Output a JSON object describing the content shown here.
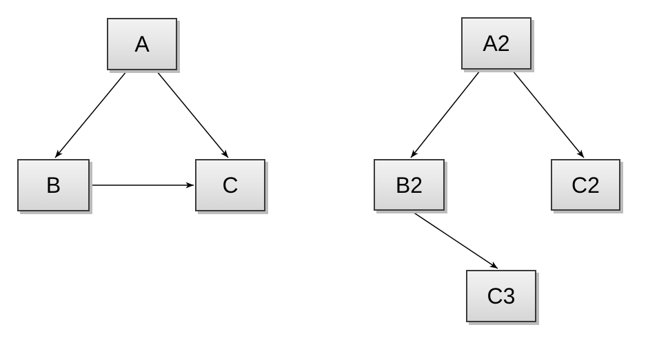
{
  "page": {
    "background_color": "#ffffff"
  },
  "style": {
    "node_fill_top": "#f2f2f2",
    "node_fill_bottom": "#d6d6d6",
    "node_border_color": "#3a3a3a",
    "node_shadow_color": "#bcbcbc",
    "edge_color": "#000000",
    "label_color": "#000000"
  },
  "graph_left": {
    "nodes": [
      {
        "id": "A",
        "label": "A"
      },
      {
        "id": "B",
        "label": "B"
      },
      {
        "id": "C",
        "label": "C"
      }
    ],
    "edges": [
      {
        "from": "A",
        "to": "B"
      },
      {
        "from": "A",
        "to": "C"
      },
      {
        "from": "B",
        "to": "C"
      }
    ]
  },
  "graph_right": {
    "nodes": [
      {
        "id": "A2",
        "label": "A2"
      },
      {
        "id": "B2",
        "label": "B2"
      },
      {
        "id": "C2",
        "label": "C2"
      },
      {
        "id": "C3",
        "label": "C3"
      }
    ],
    "edges": [
      {
        "from": "A2",
        "to": "B2"
      },
      {
        "from": "A2",
        "to": "C2"
      },
      {
        "from": "B2",
        "to": "C3"
      }
    ]
  }
}
